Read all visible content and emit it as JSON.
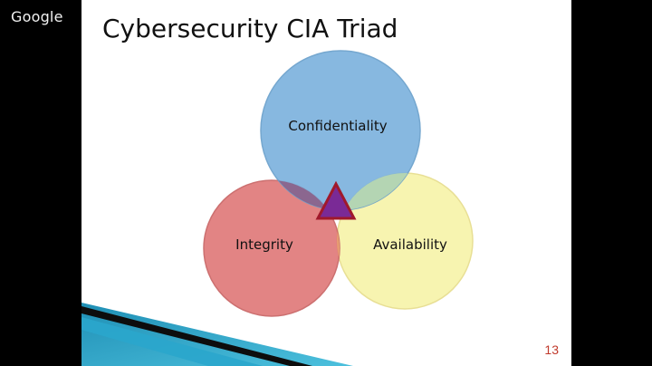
{
  "overlay": {
    "brand_text": "Google"
  },
  "slide": {
    "title": "Cybersecurity CIA Triad",
    "number": "13"
  },
  "venn": {
    "sets": [
      {
        "label": "Confidentiality",
        "color": "#7db3de"
      },
      {
        "label": "Integrity",
        "color": "#e07a7a"
      },
      {
        "label": "Availability",
        "color": "#f7f3a8"
      }
    ],
    "center_marker_color": "#7a2a96",
    "center_marker_outline": "#a0192b"
  }
}
